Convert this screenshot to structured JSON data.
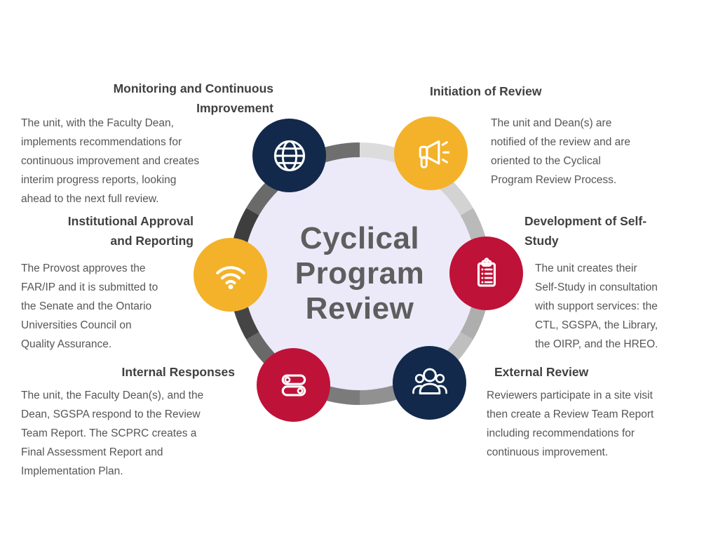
{
  "center": {
    "title": "Cyclical\nProgram\nReview"
  },
  "colors": {
    "background": "#FFFFFF",
    "center_circle_fill": "#ECEAF8",
    "center_title_text": "#5E5E5E",
    "heading_text": "#404040",
    "body_text": "#565656",
    "navy": "#12294B",
    "yellow": "#F3B229",
    "crimson": "#BF1238",
    "icon_stroke": "#FFFFFF"
  },
  "ring": {
    "segments": [
      "#DCDCDC",
      "#D3D3D3",
      "#BABABA",
      "#AEAEAE",
      "#BFBFBF",
      "#919191",
      "#7B7B7B",
      "#696969",
      "#454545",
      "#3E3E3E",
      "#6A6A6A",
      "#6F6F6F"
    ]
  },
  "nodes": [
    {
      "id": "initiation-of-review",
      "heading": "Initiation of Review",
      "body": "The unit and Dean(s) are\nnotified of the review and are\noriented to the Cyclical\nProgram Review Process.",
      "icon": "megaphone-icon",
      "circle_color": "#F3B229"
    },
    {
      "id": "development-of-self-study",
      "heading": "Development of Self-\nStudy",
      "body": "The unit creates their\nSelf-Study in consultation\nwith support services: the\nCTL, SGSPA, the Library,\nthe OIRP, and the HREO.",
      "icon": "clipboard-icon",
      "circle_color": "#BF1238"
    },
    {
      "id": "external-review",
      "heading": "External Review",
      "body": "Reviewers participate in a site visit\nthen create a Review Team Report\nincluding recommendations for\ncontinuous improvement.",
      "icon": "people-group-icon",
      "circle_color": "#12294B"
    },
    {
      "id": "internal-responses",
      "heading": "Internal Responses",
      "body": "The unit, the Faculty Dean(s), and the\nDean, SGSPA respond to the Review\nTeam Report. The SCPRC creates a\nFinal Assessment Report and\nImplementation Plan.",
      "icon": "toggle-switches-icon",
      "circle_color": "#BF1238"
    },
    {
      "id": "institutional-approval-and-reporting",
      "heading": "Institutional Approval\nand Reporting",
      "body": "The Provost approves the\nFAR/IP and it is submitted to\nthe Senate and the Ontario\nUniversities Council on\nQuality Assurance.",
      "icon": "wifi-icon",
      "circle_color": "#F3B229"
    },
    {
      "id": "monitoring-and-continuous-improvement",
      "heading": "Monitoring and Continuous\nImprovement",
      "body": "The unit, with the Faculty Dean,\nimplements recommendations for\ncontinuous improvement and creates\ninterim progress reports, looking\nahead to the next full review.",
      "icon": "globe-icon",
      "circle_color": "#12294B"
    }
  ]
}
